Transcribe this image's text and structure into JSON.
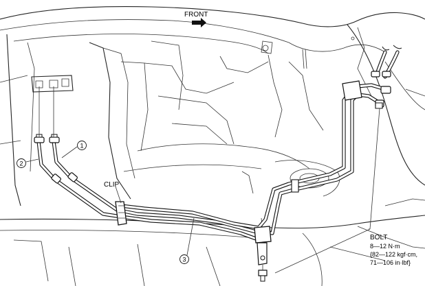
{
  "labels": {
    "front": "FRONT",
    "clip": "CLIP",
    "bolt": "BOLT",
    "torque_nm": "8—12 N·m",
    "torque_kgfcm": "{82—122 kgf·cm,",
    "torque_inlbf": "71—106 in·lbf}"
  },
  "callouts": {
    "item1": "1",
    "item2": "2",
    "item3": "3"
  },
  "icons": {
    "front_arrow": "right-arrow-icon"
  }
}
